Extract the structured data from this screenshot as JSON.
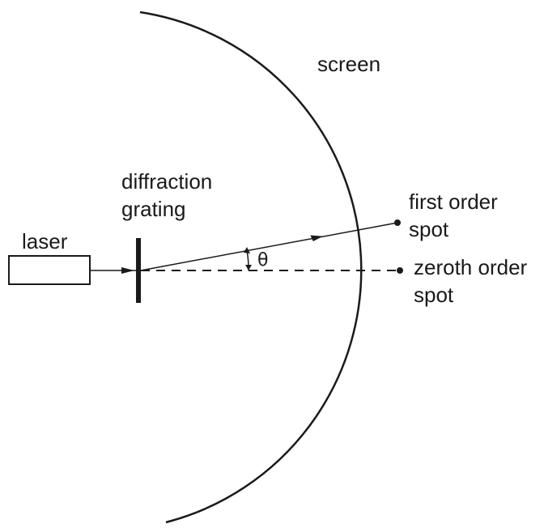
{
  "labels": {
    "screen": "screen",
    "grating_line1": "diffraction",
    "grating_line2": "grating",
    "laser": "laser",
    "first_line1": "first order",
    "first_line2": "spot",
    "zeroth_line1": "zeroth order",
    "zeroth_line2": "spot",
    "angle": "θ"
  },
  "colors": {
    "ink": "#1a1a1a",
    "background": "#ffffff"
  }
}
